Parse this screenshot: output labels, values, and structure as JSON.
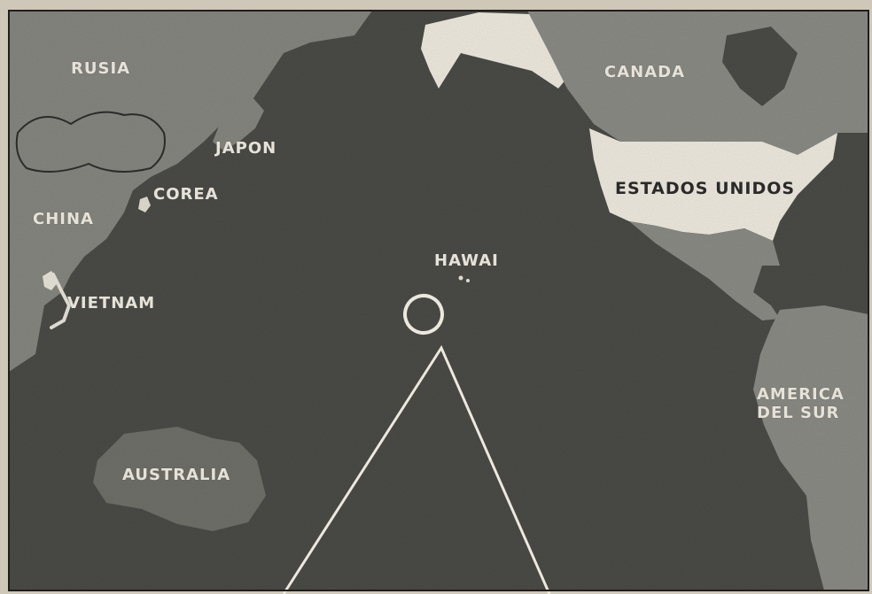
{
  "map": {
    "colors": {
      "ocean": "#4a4a46",
      "land_gray": "#8a8a84",
      "land_light": "#ece8dd",
      "paper": "#cfc8b8",
      "outline": "#e8e4da"
    },
    "labels": {
      "rusia": "RUSIA",
      "canada": "CANADA",
      "japon": "JAPON",
      "corea": "COREA",
      "china": "CHINA",
      "estados_unidos": "ESTADOS UNIDOS",
      "hawai": "HAWAI",
      "vietnam": "VIETNAM",
      "america_del_sur_1": "AMERICA",
      "america_del_sur_2": "DEL SUR",
      "australia": "AUSTRALIA"
    },
    "marker": "ring-outline-marker"
  }
}
